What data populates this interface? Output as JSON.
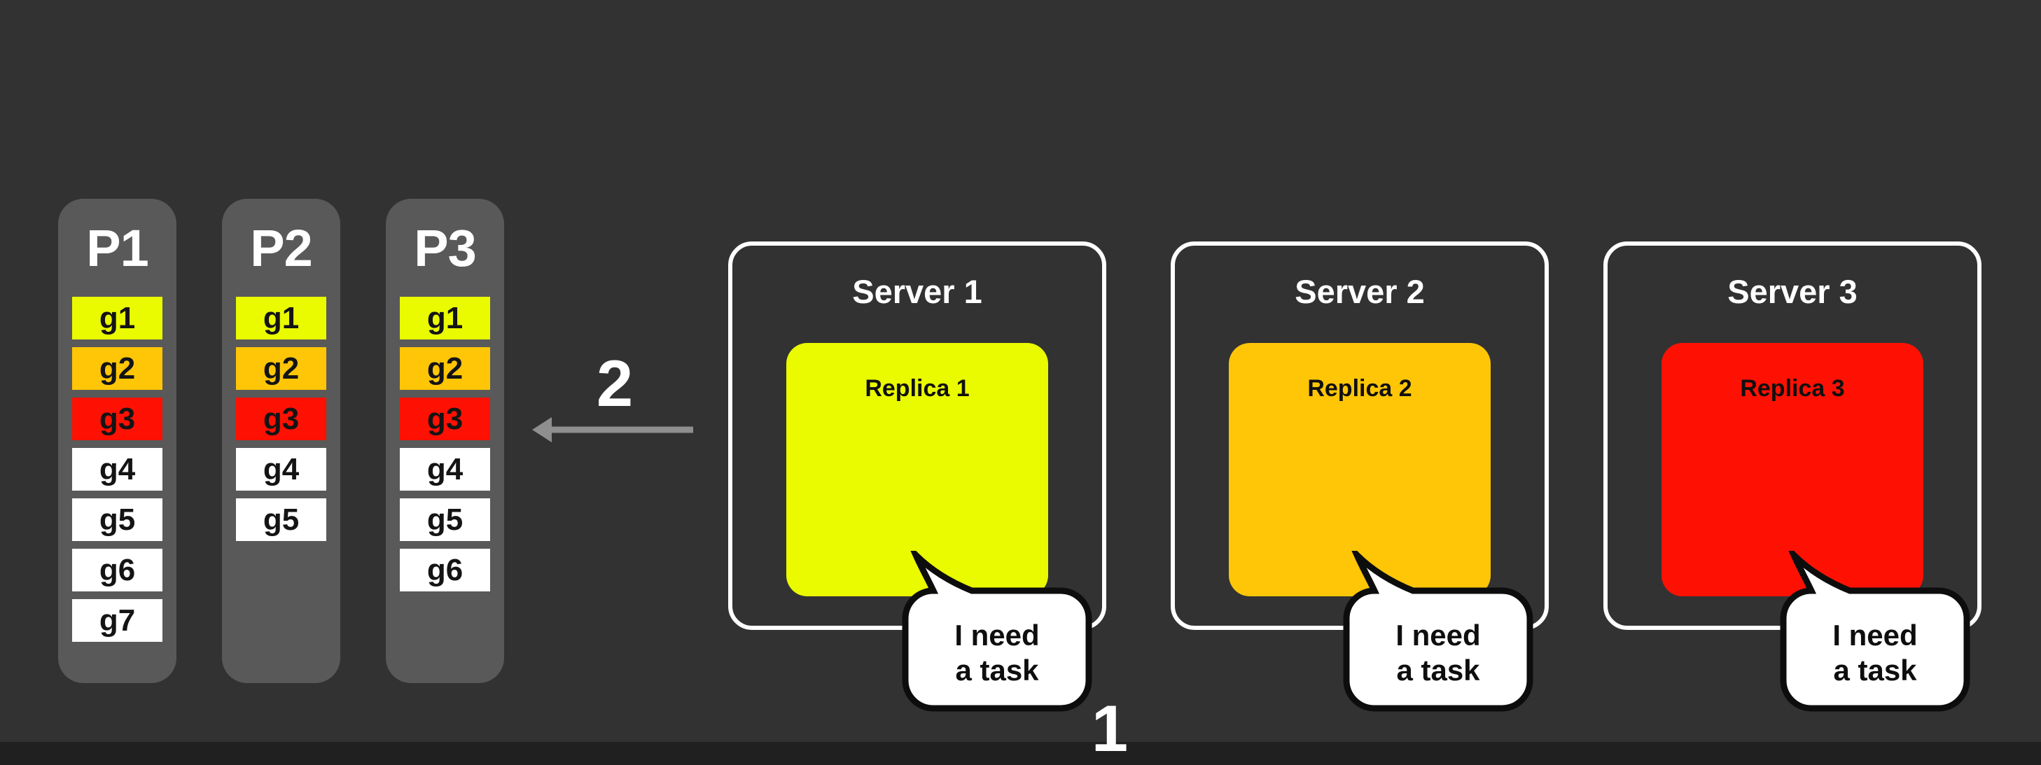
{
  "colors": {
    "background": "#323232",
    "panel_gray": "#595959",
    "task_yellow": "#EAFB00",
    "task_amber": "#FFC607",
    "task_red": "#FE1103",
    "task_white": "#FFFFFF",
    "arrow_gray": "#8F8F8F",
    "server_border": "#FFFFFF"
  },
  "partitions": [
    {
      "label": "P1",
      "tasks": [
        {
          "label": "g1",
          "color": "#EAFB00"
        },
        {
          "label": "g2",
          "color": "#FFC607"
        },
        {
          "label": "g3",
          "color": "#FE1103"
        },
        {
          "label": "g4",
          "color": "#FFFFFF"
        },
        {
          "label": "g5",
          "color": "#FFFFFF"
        },
        {
          "label": "g6",
          "color": "#FFFFFF"
        },
        {
          "label": "g7",
          "color": "#FFFFFF"
        }
      ]
    },
    {
      "label": "P2",
      "tasks": [
        {
          "label": "g1",
          "color": "#EAFB00"
        },
        {
          "label": "g2",
          "color": "#FFC607"
        },
        {
          "label": "g3",
          "color": "#FE1103"
        },
        {
          "label": "g4",
          "color": "#FFFFFF"
        },
        {
          "label": "g5",
          "color": "#FFFFFF"
        }
      ]
    },
    {
      "label": "P3",
      "tasks": [
        {
          "label": "g1",
          "color": "#EAFB00"
        },
        {
          "label": "g2",
          "color": "#FFC607"
        },
        {
          "label": "g3",
          "color": "#FE1103"
        },
        {
          "label": "g4",
          "color": "#FFFFFF"
        },
        {
          "label": "g5",
          "color": "#FFFFFF"
        },
        {
          "label": "g6",
          "color": "#FFFFFF"
        }
      ]
    }
  ],
  "servers": [
    {
      "title": "Server 1",
      "replica": {
        "label": "Replica 1",
        "color": "#EAFB00"
      },
      "bubble": {
        "line1": "I need",
        "line2": "a task"
      }
    },
    {
      "title": "Server 2",
      "replica": {
        "label": "Replica 2",
        "color": "#FFC607"
      },
      "bubble": {
        "line1": "I need",
        "line2": "a task"
      }
    },
    {
      "title": "Server 3",
      "replica": {
        "label": "Replica 3",
        "color": "#FE1103"
      },
      "bubble": {
        "line1": "I need",
        "line2": "a task"
      }
    }
  ],
  "annotations": {
    "step1_label": "1",
    "step2_label": "2"
  }
}
